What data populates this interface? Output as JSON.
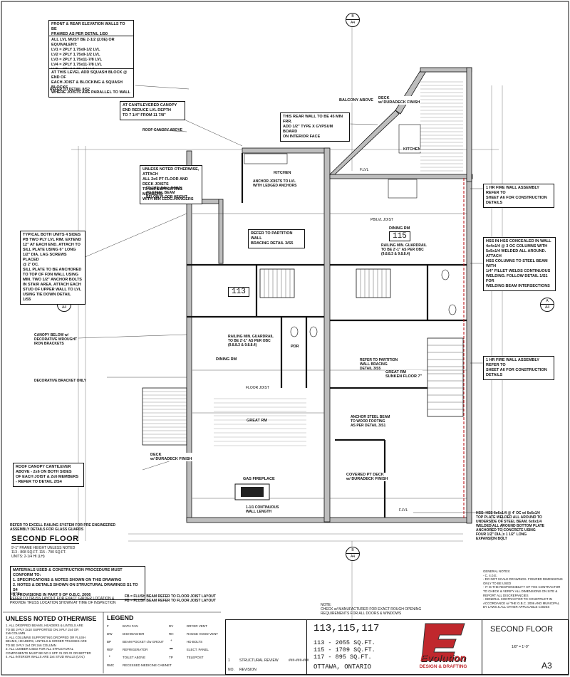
{
  "drawing": {
    "sheet_title": "SECOND FLOOR",
    "sheet_number": "A3",
    "units": [
      "113",
      "115"
    ],
    "rooms": {
      "balcony": "BALCONY ABOVE",
      "deck_top": "DECK\nw/ DURADECK FINISH",
      "kitchen_left": "KITCHEN",
      "kitchen_right": "KITCHEN",
      "dining_left": "DINING RM",
      "dining_right": "DINING RM",
      "great_left": "GREAT RM",
      "great_right": "GREAT RM\nSUNKEN FLOOR 7\"",
      "deck_left": "DECK\nw/ DURADECK FINISH",
      "covered_deck": "COVERED PT DECK\nw/ DURADECK FINISH",
      "gas_fireplace": "GAS FIREPLACE",
      "pdr": "PDR",
      "continuous_lintel": "1-1/1 CONTINUOUS\nWALL LENGTH"
    },
    "bubbles": {
      "top": [
        "B",
        "A4"
      ],
      "left": [
        "A",
        "A4"
      ],
      "right": [
        "A",
        "A4"
      ],
      "bottom": [
        "B",
        "A4"
      ]
    },
    "notes": {
      "front_rear": "FRONT & REAR ELEVATION WALLS TO BE\nFRAMED AS PER DETAIL 1/S0",
      "lvl": "ALL LVL MUST BE 2-1/2 (2.0E) OR EQUIVALENT:\nLV1 = 2PLY 1.75x9-1/2 LVL\nLV2 = 2PLY 1.75x9-1/2 LVL\nLV3 = 2PLY 1.75x11-7/8 LVL\nLV4 = 2PLY 1.75x11-7/8 LVL\nLV5 = 2PLY 1.75x14 LVL",
      "squash": "AT THIS LEVEL ADD SQUASH BLOCK @ END OF\nEACH JOIST & BLOCKING & SQUASH BLOCKS\nWHERE JOISTS ARE PARALLEL TO WALL",
      "refer_s2": "REFER TO DETAIL 8/S2",
      "cantilever": "AT CANTILEVERED CANOPY\nEND REDUCE LVL DEPTH\nTO 7 1/4\" FROM 11 7/8\"",
      "roof_canopy_above": "ROOF CANOPY ABOVE",
      "rear_wall": "THIS REAR WALL TO BE 45 MIN FRR.\nADD 1/2\" TYPE X GYPSUM BOARD\nON INTERIOR FACE",
      "unless_attach": "UNLESS NOTED OTHERWISE, ATTACH\nALL 2x6 PT FLOOR AND DECK JOISTS\nTO 2x6 SUPPORTING MEMBERS\nWITH MIN LEDG.HANGERS",
      "frame_wall": "FRAME WALL DOWN\nTO STEEL BEAM\nBELOW FLOOR HEIGHT",
      "anchor_joists": "ANCHOR JOISTS TO LVL\nWITH LEDGED ANCHORS",
      "refer_partition": "REFER TO PARTITION WALL\nBRACING DETAIL 3/S5",
      "typical_both": "TYPICAL BOTH UNITS 4 SIDES\nPB TWO PLY LVL RIM. EXTEND\n12\" AT EACH END. ATTACH TO\nSILL PLATE USING 6\" LONG\n1/2\" DIA. LAG SCREWS PLACED\n@ 2' OC.\nSILL PLATE TO BE ANCHORED\nTO TOP OF FDN WALL USING\nMIN. TWO 1/2\" ANCHOR BOLTS\nIN STAIR AREA. ATTACH EACH\nSTUD OF UPPER WALL TO LVL\nUSING TIE DOWN DETAIL\n1/S5",
      "fire_wall_1": "1 HR FIRE WALL ASSEMBLY REFER TO\nSHEET A6 FOR CONSTRUCTION DETAILS",
      "hss_right": "HSS IN HSS CONCEALED IN WALL\n4x4x1/4 @ 3 OC COLUMNS WITH\n5x5x1/4 WELDED ALL AROUND. ATTACH\nHSS COLUMNS TO STEEL BEAM WITH\n1/4\" FILLET WELDS CONTINUOUS\nWELDING. FOLLOW DETAIL 1/S1 FOR\nWELDING BEAM INTERSECTIONS",
      "fire_wall_2": "1 HR FIRE WALL ASSEMBLY REFER TO\nSHEET A6 FOR CONSTRUCTION DETAILS",
      "canopy_below": "CANOPY BELOW w/\nDECORATIVE WROUGHT\nIRON BRACKETS",
      "decorative": "DECORATIVE BRACKET ONLY",
      "roof_canopy": "ROOF CANOPY CANTILEVER\nABOVE - 2x6 ON BOTH SIDES\nOF EACH JOIST & 2x6 MEMBERS\n- REFER TO DETAIL 2/S4",
      "anchor_steel": "ANCHOR STEEL BEAM\nTO WOOD FOOTING\nAS PER DETAIL 3/S1",
      "refer_partition2": "REFER TO PARTITION\nWALL BRACING\nDETAIL 3/S5",
      "railing1": "RAILING MIN. GUARDRAIL\nTO BE 2'-1\" AS PER OBC\n(9.8.8.3 & 9.8.8.4)",
      "railing2": "RAILING MIN. GUARDRAIL\nTO BE 2'-1\" AS PER OBC\n(9.8.8.3 & 9.8.8.4)",
      "excel": "REFER TO EXCELL RAILING SYSTEM FOR PRE ENGINEERED\nASSEMBLY DETAILS FOR GLASS GUARDS",
      "hss_bottom": "HSS: HSS 6x6x1/4 @ 4' OC w/ 6x6x1/4\nTOP PLATE WELDED ALL AROUND TO\nUNDERSIDE OF STEEL BEAM. 6x6x1/4\nWELDED ALL AROUND BOTTOM PLATE\nANCHORED TO CONCRETE USING\nFOUR 1/2\" DIA. x 1 1/2\" LONG\nEXPANSION BOLT"
    },
    "floor_info": {
      "title": "SECOND FLOOR",
      "lines": "9'-1\" FRAME HEIGHT UNLESS NOTED\n113 - 808 SQ.FT.     115 - 790 SQ.FT.\nUNITS: 2-1/4 HI (LH)"
    },
    "materials": "MATERIALS USED & CONSTRUCTION PROCEDURE MUST CONFORM TO:\n1. SPECIFICATIONS & NOTES SHOWN ON THIS DRAWING\n2. NOTES & DETAILS SHOWN ON STRUCTURAL DRAWINGS S1 TO S4\n3. PROVISIONS IN PART 9 OF O.B.C. 2006",
    "girder_note": "NOTE:\nREFER TO TRUSS LAYOUT FOR EXACT GIRDER LOCATION &\nPROVIDE TRUSS LOCATION SHOWN AT TIME OF INSPECTION",
    "flush_beams": "FB = FLUSH BEAM REFER TO FLOOR JOIST LAYOUT\nFB = FLUSH BEAM REFER TO FLOOR JOIST LAYOUT",
    "unless": {
      "title": "UNLESS NOTED OTHERWISE",
      "text": "1. ALL DROPPED BEAMS, HEADERS & LINTELS ARE\nTO BE 2-PLY 2x10 SUPPORTED ON 3-PLY 2x4 OR\n2x6 COLUMN\n2. ALL COLUMNS SUPPORTING DROPPED OR FLUSH\nBEAMS, HEADERS, LINTELS & GIRDER TRUSSES ARE\nTO BE 3-PLY 2x4 OR 2x6 COLUMN\n3. ALL LUMBER USED FOR ALL STRUCTURAL\nCOMPONENTS MUST BE NO 2 SPF #1 OR #2 OR BETTER\n4. ALL INTERIOR WALLS ARE 2x4 STUD WALLS (U.N.)"
    },
    "legend": {
      "title": "LEGEND",
      "left": [
        {
          "code": "F",
          "label": "BATH FAN"
        },
        {
          "code": "DW",
          "label": "DISHWASHER"
        },
        {
          "code": "BP",
          "label": "BEAM POCKET c/w GROUT"
        },
        {
          "code": "REF",
          "label": "REFRIGERATOR"
        },
        {
          "code": "",
          "label": "TOILET ABOVE"
        },
        {
          "code": "RMC",
          "label": "RECESSED MEDICINE CABINET"
        }
      ],
      "right": [
        {
          "code": "DV",
          "label": "DRYER VENT"
        },
        {
          "code": "RH",
          "label": "RANGE HOOD VENT"
        },
        {
          "code": "",
          "label": "HD BOLTS"
        },
        {
          "code": "",
          "label": "ELECT. PANEL"
        },
        {
          "code": "TP",
          "label": "TELEPOST"
        }
      ]
    },
    "general_notes": "GENERAL NOTES:\n- C. 4.0.E.\n- DO NOT SCALE DRAWINGS. FIGURED DIMENSIONS\n  ONLY TO BE USED\n- IT IS THE RESPONSIBILITY OF THE CONTRACTOR\n  TO CHECK & VERIFY ALL DIMENSIONS ON SITE &\n  REPORT ALL DISCREPANCIES\n- GENERAL CONTRACTOR TO CONSTRUCT IN\n  ACCORDANCE w/ THE O.B.C. 2006 AND MUNICIPAL\n  BY LAWS & ALL OTHER APPLICABLE CODES",
    "manufacturer_note": "NOTE:\nCHECK w/ MANUFACTURER FOR EXACT ROUGH OPENING\nREQUIREMENTS FOR ALL DOORS & WINDOWS",
    "title_block": {
      "revision_row": {
        "num": "1",
        "desc": "STRUCTURAL REVIEW",
        "date": "###-###-###"
      },
      "rev_headers": [
        "NO.",
        "REVISION"
      ],
      "project": "113,115,117",
      "areas": "113 - 2055 SQ.FT.\n115 - 1709 SQ.FT.\n117 - 895 SQ.FT.",
      "city": "OTTAWA, ONTARIO",
      "company_1": "Evolution",
      "company_2": "DESIGN & DRAFTING",
      "logo_letter": "E",
      "scale": "1/8\" = 1'-0\""
    },
    "labels": {
      "pb_joist": "PB/LVL JOIST",
      "flr_joist": "FLOOR JOIST",
      "f_lvl": "F.LVL",
      "gas_f": "GAS FIREPLACE"
    },
    "colors": {
      "line": "#111111",
      "wall_fill": "#bdbdbd",
      "red_line": "#c0282d",
      "logo_red": "#c0282d"
    }
  }
}
